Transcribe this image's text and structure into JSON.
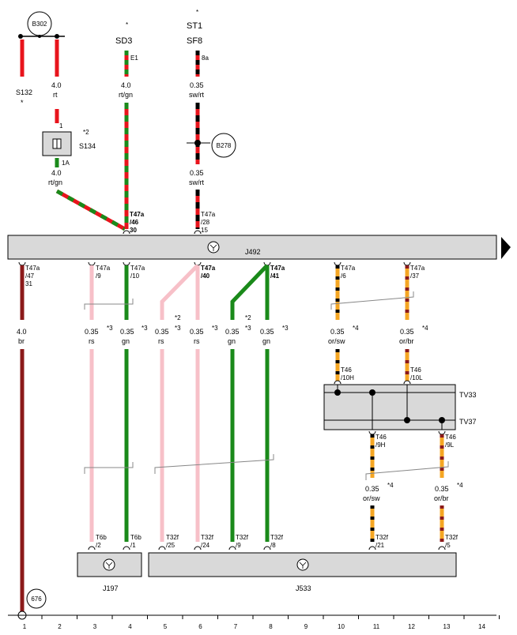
{
  "components": {
    "b302": "B302",
    "b278": "B278",
    "ref676": "676",
    "j492": "J492",
    "j197": "J197",
    "j533": "J533",
    "tv33": "TV33",
    "tv37": "TV37",
    "s132": "S132",
    "s134": "S134",
    "sd3": "SD3",
    "st1": "ST1",
    "sf8": "SF8"
  },
  "marks": {
    "star": "*",
    "star2": "*2",
    "star3": "*3",
    "star4": "*4"
  },
  "pins": {
    "e1": "E1",
    "p8a": "8a",
    "p1": "1",
    "p1a": "1A"
  },
  "wires": {
    "w_s132": {
      "size": "4.0",
      "color": "rt"
    },
    "w_s134": {
      "size": "4.0",
      "color": "rt/gn"
    },
    "w_sd3": {
      "size": "4.0",
      "color": "rt/gn"
    },
    "w_sf8_a": {
      "size": "0.35",
      "color": "sw/rt"
    },
    "w_sf8_b": {
      "size": "0.35",
      "color": "sw/rt"
    },
    "w1": {
      "size": "4.0",
      "color": "br"
    },
    "w3": {
      "size": "0.35",
      "color": "rs"
    },
    "w4": {
      "size": "0.35",
      "color": "gn"
    },
    "w5": {
      "size": "0.35",
      "color": "rs"
    },
    "w6": {
      "size": "0.35",
      "color": "rs"
    },
    "w7": {
      "size": "0.35",
      "color": "gn"
    },
    "w8": {
      "size": "0.35",
      "color": "gn"
    },
    "w10": {
      "size": "0.35",
      "color": "or/sw"
    },
    "w12": {
      "size": "0.35",
      "color": "or/br"
    },
    "w11b": {
      "size": "0.35",
      "color": "or/sw"
    },
    "w13b": {
      "size": "0.35",
      "color": "or/br"
    }
  },
  "connectors": {
    "c_46": {
      "conn": "T47a",
      "pin": "/46",
      "pin2": "30"
    },
    "c_28": {
      "conn": "T47a",
      "pin": "/28",
      "pin2": "15"
    },
    "c_47": {
      "conn": "T47a",
      "pin": "/47",
      "pin2": "31"
    },
    "c_9": {
      "conn": "T47a",
      "pin": "/9"
    },
    "c_10": {
      "conn": "T47a",
      "pin": "/10"
    },
    "c_40": {
      "conn": "T47a",
      "pin": "/40"
    },
    "c_41": {
      "conn": "T47a",
      "pin": "/41"
    },
    "c_6": {
      "conn": "T47a",
      "pin": "/6"
    },
    "c_37": {
      "conn": "T47a",
      "pin": "/37"
    },
    "c_10h": {
      "conn": "T46",
      "pin": "/10H"
    },
    "c_10l": {
      "conn": "T46",
      "pin": "/10L"
    },
    "c_9h": {
      "conn": "T46",
      "pin": "/9H"
    },
    "c_9l": {
      "conn": "T46",
      "pin": "/9L"
    },
    "c_t6b2": {
      "conn": "T6b",
      "pin": "/2"
    },
    "c_t6b1": {
      "conn": "T6b",
      "pin": "/1"
    },
    "c_t32f25": {
      "conn": "T32f",
      "pin": "/25"
    },
    "c_t32f24": {
      "conn": "T32f",
      "pin": "/24"
    },
    "c_t32f9": {
      "conn": "T32f",
      "pin": "/9"
    },
    "c_t32f8": {
      "conn": "T32f",
      "pin": "/8"
    },
    "c_t32f21": {
      "conn": "T32f",
      "pin": "/21"
    },
    "c_t32f5": {
      "conn": "T32f",
      "pin": "/5"
    }
  },
  "ruler": [
    "1",
    "2",
    "3",
    "4",
    "5",
    "6",
    "7",
    "8",
    "9",
    "10",
    "11",
    "12",
    "13",
    "14"
  ],
  "colors": {
    "rt": "#e8141c",
    "gn": "#1a8a1a",
    "sw": "#000000",
    "br": "#8b1a1a",
    "rs": "#f7c0c8",
    "or": "#f5a623",
    "panel": "#d9d9d9"
  }
}
